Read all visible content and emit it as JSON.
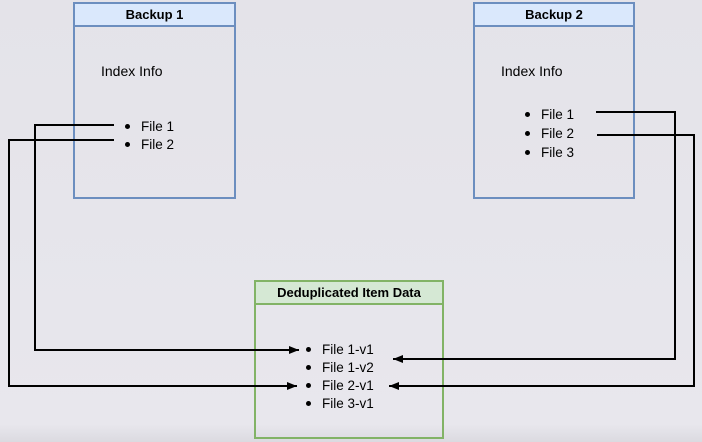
{
  "nodes": {
    "backup1": {
      "title": "Backup 1",
      "subtitle": "Index Info",
      "files": [
        "File 1",
        "File 2"
      ]
    },
    "backup2": {
      "title": "Backup 2",
      "subtitle": "Index Info",
      "files": [
        "File 1",
        "File 2",
        "File 3"
      ]
    },
    "dedup": {
      "title": "Deduplicated Item Data",
      "items": [
        "File 1-v1",
        "File 1-v2",
        "File 2-v1",
        "File 3-v1"
      ]
    }
  },
  "connections": [
    {
      "from": "Backup 1 / File 1",
      "to": "Deduplicated Item Data / File 1-v1",
      "side": "left"
    },
    {
      "from": "Backup 1 / File 2",
      "to": "Deduplicated Item Data / File 2-v1",
      "side": "left"
    },
    {
      "from": "Backup 2 / File 1",
      "to": "Deduplicated Item Data / File 1-v2",
      "side": "right"
    },
    {
      "from": "Backup 2 / File 2",
      "to": "Deduplicated Item Data / File 2-v1",
      "side": "right"
    }
  ],
  "colors": {
    "background": "#e6e5eb",
    "backup_header_fill": "#dae8fc",
    "backup_border": "#6c8ebf",
    "dedup_header_fill": "#d5e8d4",
    "dedup_border": "#82b366",
    "arrow": "#000000",
    "text": "#000000"
  }
}
